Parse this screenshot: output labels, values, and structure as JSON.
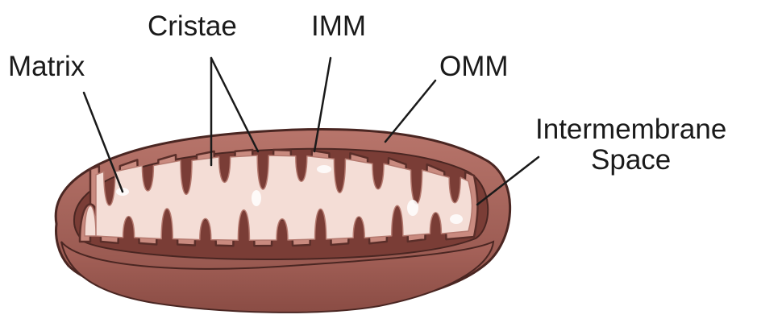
{
  "labels": {
    "matrix": "Matrix",
    "cristae": "Cristae",
    "imm": "IMM",
    "omm": "OMM",
    "intermembrane_line1": "Intermembrane",
    "intermembrane_line2": "Space"
  },
  "colors": {
    "outer_membrane": "#a8645b",
    "outer_outline": "#4a2622",
    "body_lower": "#9a5a50",
    "intermembrane_space": "#7a3d36",
    "inner_membrane": "#c98a7f",
    "matrix": "#f4ddd6",
    "leader_line": "#1a1a1a"
  }
}
